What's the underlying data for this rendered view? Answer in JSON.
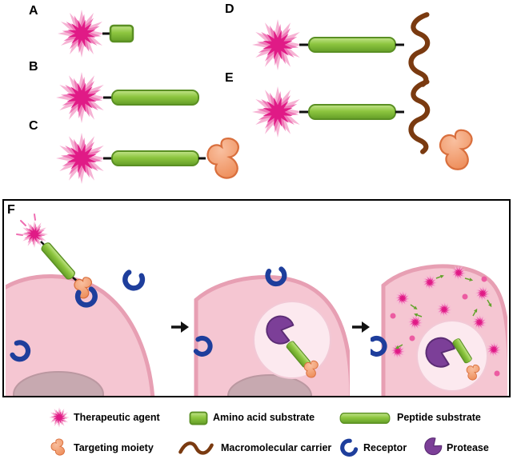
{
  "panels": {
    "a": "A",
    "b": "B",
    "c": "C",
    "d": "D",
    "e": "E",
    "f": "F"
  },
  "legend": {
    "items": [
      {
        "icon": "therapeutic-agent-icon",
        "label": "Therapeutic agent"
      },
      {
        "icon": "amino-acid-substrate-icon",
        "label": "Amino acid substrate"
      },
      {
        "icon": "peptide-substrate-icon",
        "label": "Peptide substrate"
      },
      {
        "icon": "targeting-moiety-icon",
        "label": "Targeting moiety"
      },
      {
        "icon": "macromolecular-carrier-icon",
        "label": "Macromolecular carrier"
      },
      {
        "icon": "receptor-icon",
        "label": "Receptor"
      },
      {
        "icon": "protease-icon",
        "label": "Protease"
      }
    ]
  },
  "colors": {
    "therapeutic_agent_core": "#e01a86",
    "therapeutic_agent_rays": "#f6b3d4",
    "substrate_green": "#8dc63f",
    "targeting_moiety_orange": "#ed8a55",
    "macromolecular_carrier_brown": "#7a3a10",
    "receptor_blue": "#1e3e9c",
    "protease_purple": "#7c3f98",
    "cell_pink": "#f5c6d2",
    "nucleus_mauve": "#c7a9b0",
    "vesicle_pink": "#fce9ef"
  }
}
